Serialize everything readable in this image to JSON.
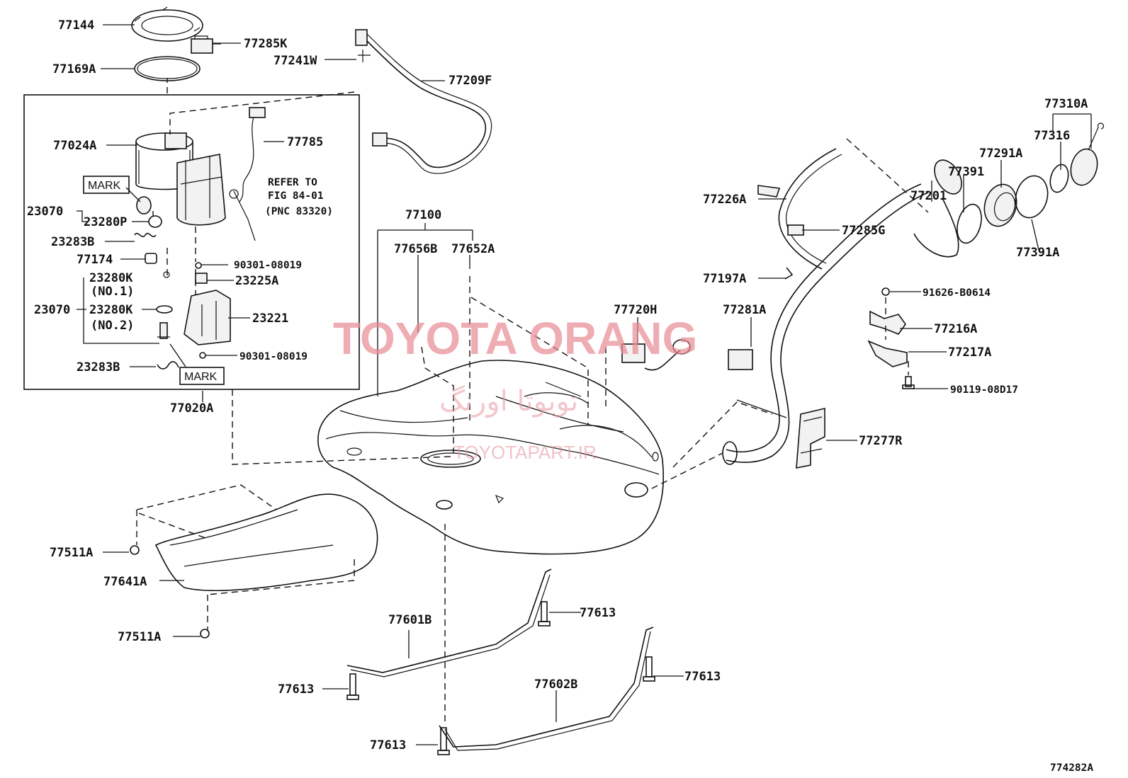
{
  "diagram": {
    "labels": {
      "p77144": "77144",
      "p77285K": "77285K",
      "p77169A": "77169A",
      "p77241W": "77241W",
      "p77209F": "77209F",
      "p77024A": "77024A",
      "p77785": "77785",
      "refer1": "REFER TO",
      "refer2": "FIG 84-01",
      "refer3": "(PNC 83320)",
      "mark_top": "MARK",
      "p23070a": "23070",
      "p23280P": "23280P",
      "p23283Ba": "23283B",
      "p77174": "77174",
      "p90301a": "90301-08019",
      "p23280K1": "23280K",
      "no1": "(NO.1)",
      "p23225A": "23225A",
      "p23070b": "23070",
      "p23280K2": "23280K",
      "no2": "(NO.2)",
      "p23221": "23221",
      "p90301b": "90301-08019",
      "p23283Bb": "23283B",
      "mark_bottom": "MARK",
      "p77020A": "77020A",
      "p77100": "77100",
      "p77656B": "77656B",
      "p77652A": "77652A",
      "p77720H": "77720H",
      "p77226A": "77226A",
      "p77285G": "77285G",
      "p77197A": "77197A",
      "p77281A": "77281A",
      "p77201": "77201",
      "p77391": "77391",
      "p77291A": "77291A",
      "p77316": "77316",
      "p77310A": "77310A",
      "p77391A": "77391A",
      "p91626": "91626-B0614",
      "p77216A": "77216A",
      "p77217A": "77217A",
      "p90119": "90119-08D17",
      "p77277R": "77277R",
      "p77511Aa": "77511A",
      "p77641A": "77641A",
      "p77511Ab": "77511A",
      "p77601B": "77601B",
      "p77613a": "77613",
      "p77613b": "77613",
      "p77602B": "77602B",
      "p77613c": "77613",
      "p77613d": "77613",
      "figure_code": "774282A"
    },
    "watermark": {
      "main": "TOYOTA ORANG",
      "persian": "تویوتا اورنگ",
      "url": "TOYOTAPART.IR"
    }
  }
}
